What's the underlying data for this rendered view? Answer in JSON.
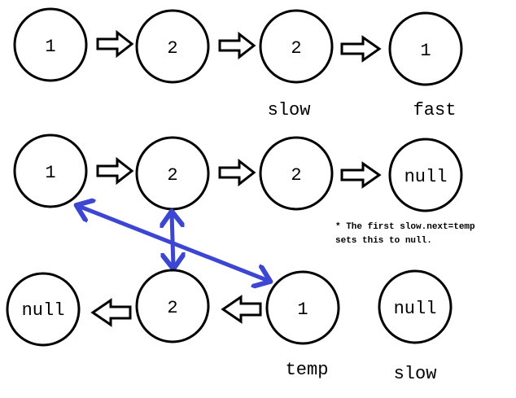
{
  "colors": {
    "node_stroke": "#000000",
    "node_fill": "#ffffff",
    "arrow_stroke": "#000000",
    "swap_arrow": "#3c46d2"
  },
  "row1": {
    "nodes": [
      "1",
      "2",
      "2",
      "1"
    ],
    "labels": {
      "slow": "slow",
      "fast": "fast"
    }
  },
  "row2": {
    "nodes": [
      "1",
      "2",
      "2",
      "null"
    ],
    "note_line1": "* The first slow.next=temp",
    "note_line2": "sets this to null."
  },
  "row3": {
    "nodes": [
      "null",
      "2",
      "1",
      "null"
    ],
    "labels": {
      "temp": "temp",
      "slow": "slow"
    }
  }
}
